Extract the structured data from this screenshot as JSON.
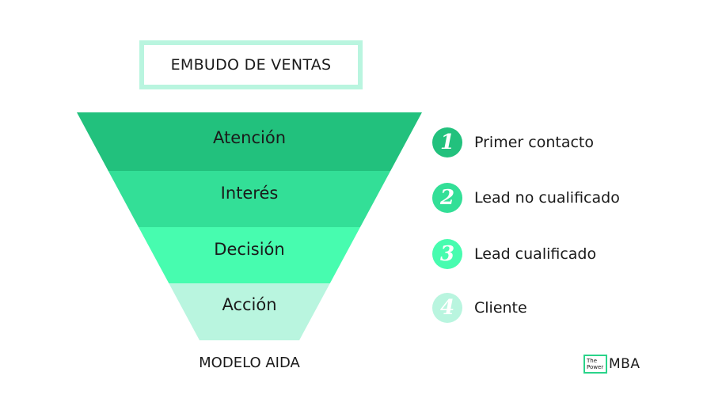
{
  "header": {
    "title": "EMBUDO DE VENTAS",
    "border_color": "#b9f5df"
  },
  "funnel": {
    "stages": [
      {
        "label": "Atención",
        "color": "#22c17d"
      },
      {
        "label": "Interés",
        "color": "#33df97"
      },
      {
        "label": "Decisión",
        "color": "#47fcaf"
      },
      {
        "label": "Acción",
        "color": "#b9f5df"
      }
    ],
    "footer": "MODELO AIDA"
  },
  "steps": [
    {
      "number": "1",
      "label": "Primer contacto",
      "color": "#22c17d"
    },
    {
      "number": "2",
      "label": "Lead no cualificado",
      "color": "#33df97"
    },
    {
      "number": "3",
      "label": "Lead cualificado",
      "color": "#47fcaf"
    },
    {
      "number": "4",
      "label": "Cliente",
      "color": "#b9f5df"
    }
  ],
  "logo": {
    "line1": "The",
    "line2": "Power",
    "mark": "MBA",
    "accent": "#2ad48a"
  }
}
